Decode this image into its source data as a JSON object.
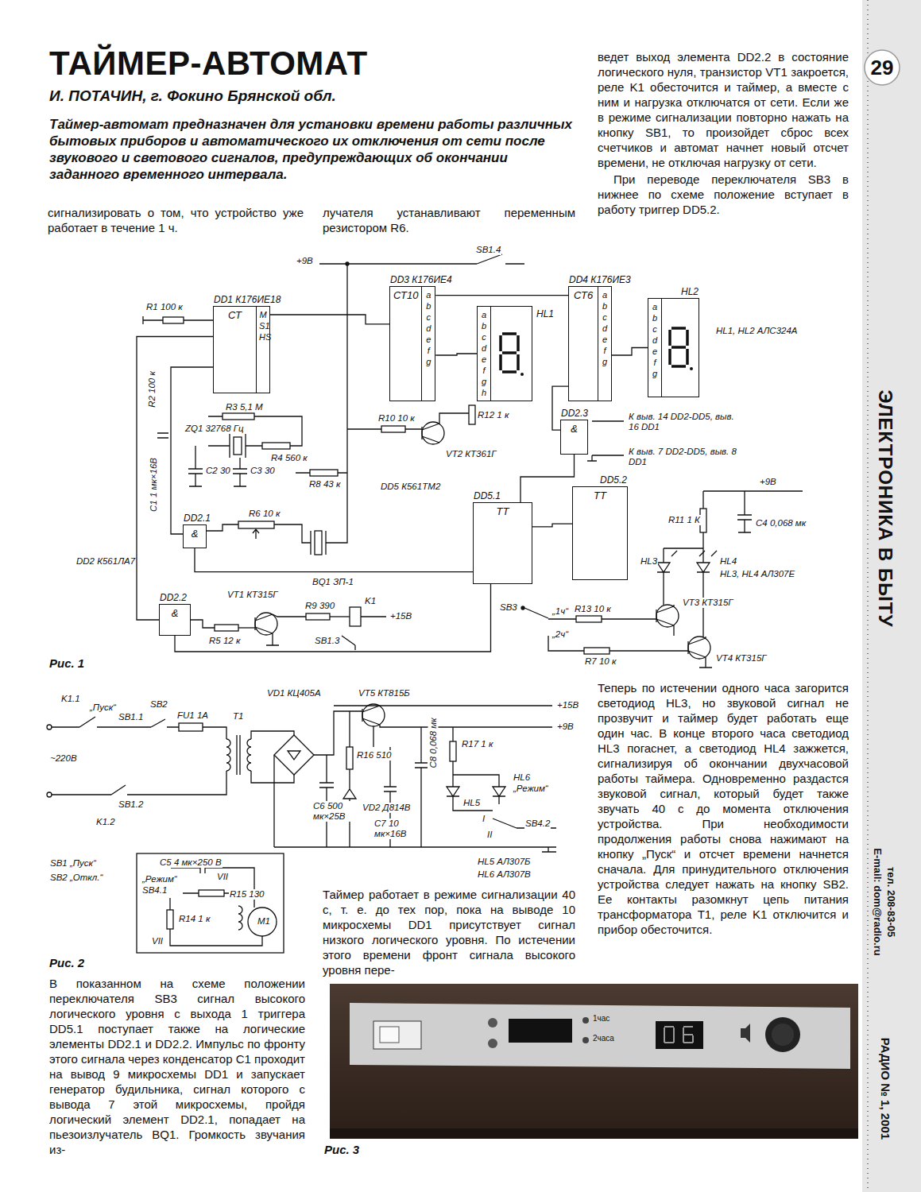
{
  "diagram": {
    "title": "ТАЙМЕР-АВТОМАТ",
    "nodes": [
      {
        "text": [
          "DD1 К176ИЕ18",
          "СТ",
          "M S1 HS"
        ]
      },
      {
        "text": [
          "DD3 К176ИЕ4",
          "СТ10",
          "a b c d e f g"
        ]
      },
      {
        "text": [
          "HL1",
          "a b c d e f g h"
        ]
      },
      {
        "text": [
          "DD4 К176ИЕ3",
          "СТ6",
          "a b c d e f g"
        ]
      },
      {
        "text": [
          "HL2",
          "a b c d e f g"
        ]
      },
      {
        "text": [
          "DD2.1",
          "&"
        ]
      },
      {
        "text": [
          "DD2.2",
          "&"
        ]
      },
      {
        "text": [
          "DD2.3",
          "&"
        ]
      },
      {
        "text": [
          "DD5.1",
          "TT"
        ]
      },
      {
        "text": [
          "DD5.2",
          "TT"
        ]
      }
    ],
    "edges": [
      {
        "from": 0,
        "to": 1,
        "arrow": "none"
      },
      {
        "from": 1,
        "to": 2,
        "arrow": "none"
      },
      {
        "from": 1,
        "to": 3,
        "arrow": "none"
      },
      {
        "from": 3,
        "to": 4,
        "arrow": "none"
      },
      {
        "from": 3,
        "to": 7,
        "arrow": "none"
      },
      {
        "from": 7,
        "to": 8,
        "arrow": "none"
      },
      {
        "from": 8,
        "to": 9,
        "arrow": "none"
      },
      {
        "from": 8,
        "to": 6,
        "arrow": "none"
      },
      {
        "from": 8,
        "to": 5,
        "arrow": "none"
      },
      {
        "from": 0,
        "to": 5,
        "arrow": "none"
      },
      {
        "from": 0,
        "to": 6,
        "arrow": "none"
      }
    ],
    "labels": [
      "И. ПОТАЧИН, г. Фокино Брянской обл.",
      "Таймер-автомат предназначен для установки времени работы различных бытовых приборов и автоматического их отключения от сети после звукового и светового сигналов, предупреждающих об окончании заданного временного интервала.",
      "ведет выход элемента DD2.2 в состояние логического нуля, транзистор VT1 закроется, реле K1 обесточится и таймер, а вместе с ним и нагрузка отключатся от сети. Если же в режиме сигнализации повторно нажать на кнопку SB1, то произойдет сброс всех счетчиков и автомат начнет новый отсчет времени, не отключая нагрузку от сети.",
      "При переводе переключателя SB3 в нижнее по схеме положение вступает в работу триггер DD5.2.",
      "сигнализировать о том, что устройство уже работает в течение 1 ч.",
      "лучателя устанавливают переменным резистором R6.",
      "Рис. 1",
      "Рис. 2",
      "Рис. 3",
      "В показанном на схеме положении переключателя SB3 сигнал высокого логического уровня с выхода 1 триггера DD5.1 поступает также на логические элементы DD2.1 и DD2.2. Импульс по фронту этого сигнала через конденсатор C1 проходит на вывод 9 микросхемы DD1 и запускает генератор будильника, сигнал которого с вывода 7 этой микросхемы, пройдя логический элемент DD2.1, попадает на пьезоизлучатель BQ1. Громкость звучания из-",
      "Таймер работает в режиме сигнализации 40 с, т. е. до тех пор, пока на выводе 10 микросхемы DD1 присутствует сигнал низкого логического уровня. По истечении этого времени фронт сигнала высокого уровня пере-",
      "Теперь по истечении одного часа загорится светодиод HL3, но звуковой сигнал не прозвучит и таймер будет работать еще один час. В конце второго часа светодиод HL3 погаснет, а светодиод HL4 зажжется, сигнализируя об окончании двухчасовой работы таймера. Одновременно раздастся звуковой сигнал, который будет также звучать 40 с до момента отключения устройства. При необходимости продолжения работы снова нажимают на кнопку „Пуск“ и отсчет времени начнется сначала. Для принудительного отключения устройства следует нажать на кнопку SB2. Ее контакты разомкнут цепь питания трансформатора T1, реле K1 отключится и прибор обесточится.",
      "29",
      "ЭЛЕКТРОНИКА В БЫТУ",
      "E-mail: dom@radio.ru",
      "тел. 208-83-05",
      "РАДИО № 1, 2001",
      "+9В",
      "SB1.4",
      "R1 100 к",
      "R2 100 к",
      "R3 5,1 М",
      "ZQ1 32768 Гц",
      "R4 560 к",
      "C2 30",
      "C3 30",
      "C1 1 мк×16В",
      "R8 43 к",
      "R6 10 к",
      "BQ1 ЗП-1",
      "DD2 К561ЛА7",
      "VT1 КТ315Г",
      "R9 390",
      "K1",
      "+15В",
      "R5 12 к",
      "SB1.3",
      "R10 10 к",
      "R12 1 к",
      "VT2 КТ361Г",
      "К выв. 14 DD2-DD5, выв. 16 DD1",
      "К выв. 7 DD2-DD5, выв. 8 DD1",
      "DD5 К561ТМ2",
      "R11 1 К",
      "C4 0,068 мк",
      "+9В",
      "HL3",
      "HL4",
      "HL3, HL4 АЛ307Е",
      "VT3 КТ315Г",
      "VT4 КТ315Г",
      "R13 10 к",
      "R7 10 к",
      "SB3",
      "„1ч“",
      "„2ч“",
      "HL1, HL2 АЛС324А",
      "K1.1",
      "„Пуск“",
      "SB1.1",
      "SB2",
      "FU1 1А",
      "T1",
      "VD1 КЦ405А",
      "VT5 КТ815Б",
      "+15В",
      "+9В",
      "~220В",
      "SB1.2",
      "K1.2",
      "R16 510",
      "C6 500 мк×25В",
      "VD2 Д814В",
      "C7 10 мк×16В",
      "C8 0,068 мк",
      "R17 1 к",
      "HL6",
      "„Режим“",
      "HL5",
      "I",
      "SB4.2",
      "II",
      "HL5 АЛ307Б",
      "HL6 АЛ307В",
      "SB1 „Пуск“",
      "SB2 „Откл.“",
      "C5 4 мк×250 В",
      "VII",
      "„Режим“",
      "SB4.1",
      "R15 130",
      "M1",
      "R14 1 к",
      "VII",
      "1час",
      "2часа"
    ]
  }
}
